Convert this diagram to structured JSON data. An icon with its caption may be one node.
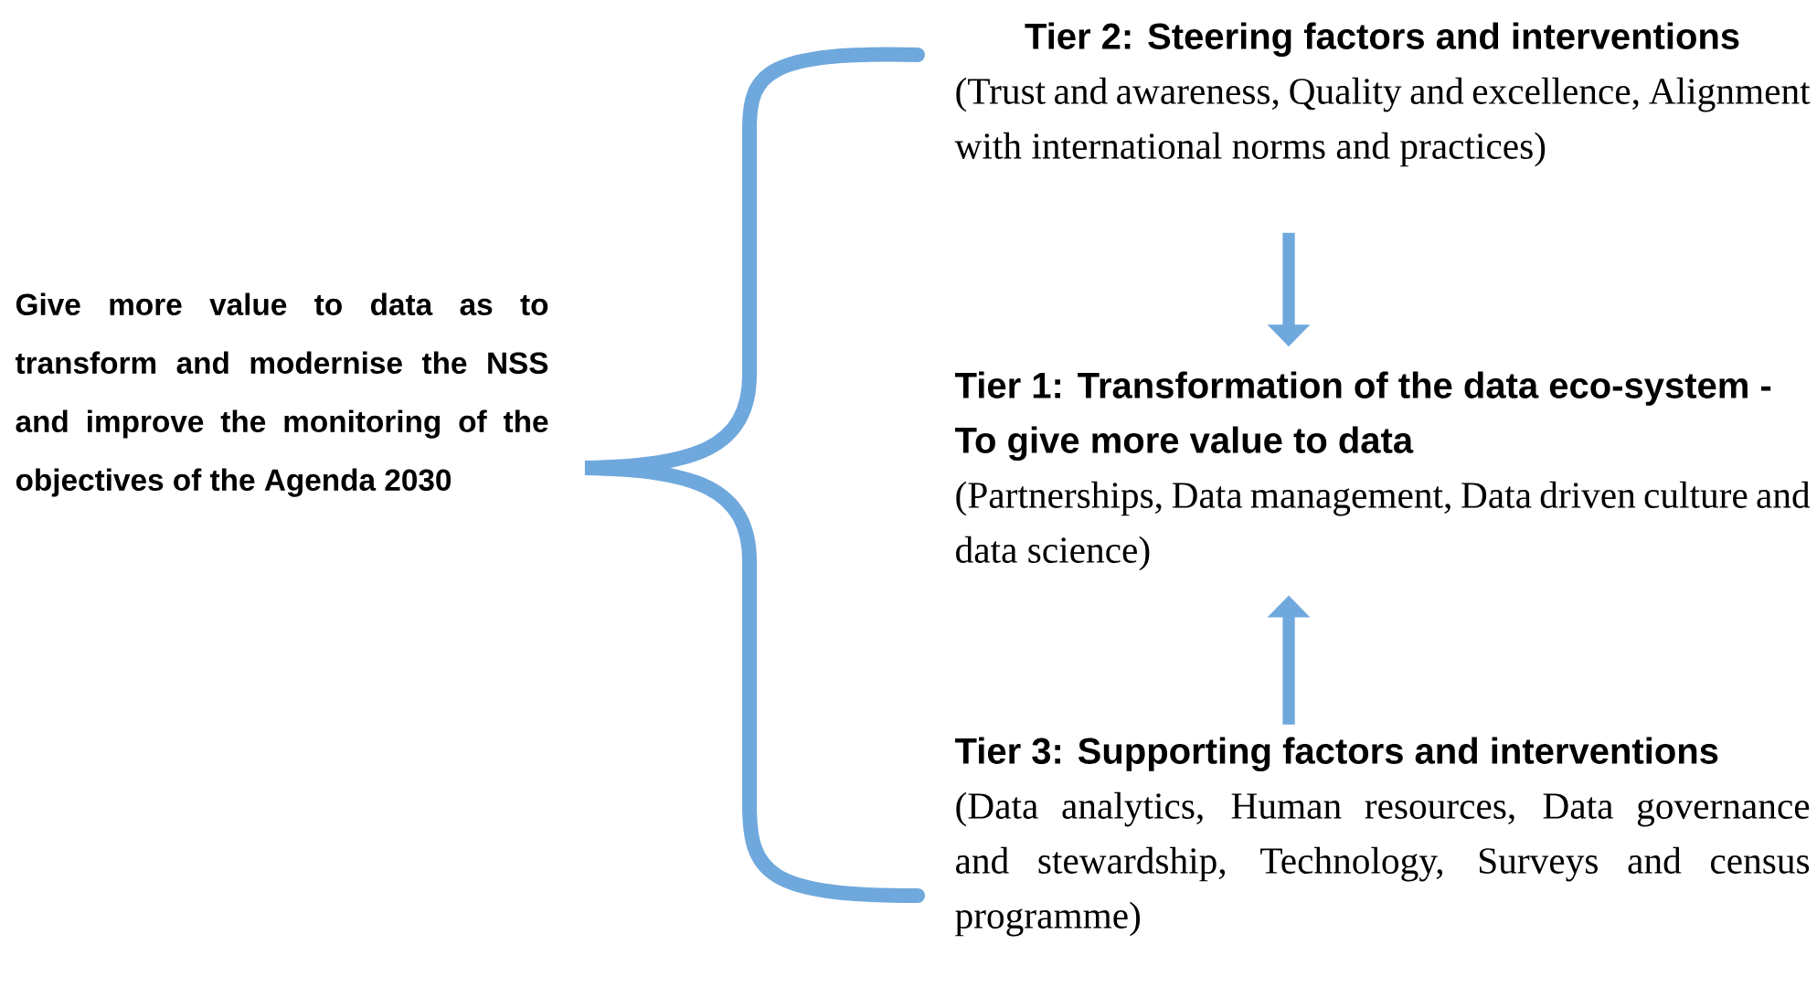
{
  "diagram": {
    "nodes": [
      {
        "text": [
          "Tier 2: Steering factors and interventions",
          "(Trust and awareness, Quality and excellence, Alignment with international norms and practices)"
        ]
      },
      {
        "text": [
          "Tier 1: Transformation of the data eco-system - To give more value to data",
          "(Partnerships, Data management, Data driven culture and data science)"
        ]
      },
      {
        "text": [
          "Tier 3: Supporting factors and interventions",
          "(Data analytics, Human resources, Data governance and stewardship, Technology, Surveys and census programme)"
        ]
      }
    ],
    "edges": [
      {
        "from": 0,
        "to": 1,
        "arrow": "to"
      },
      {
        "from": 2,
        "to": 1,
        "arrow": "to"
      }
    ],
    "labels": [
      "Give more value to data as to transform and modernise the NSS and improve the monitoring of the objectives of the Agenda 2030"
    ]
  }
}
